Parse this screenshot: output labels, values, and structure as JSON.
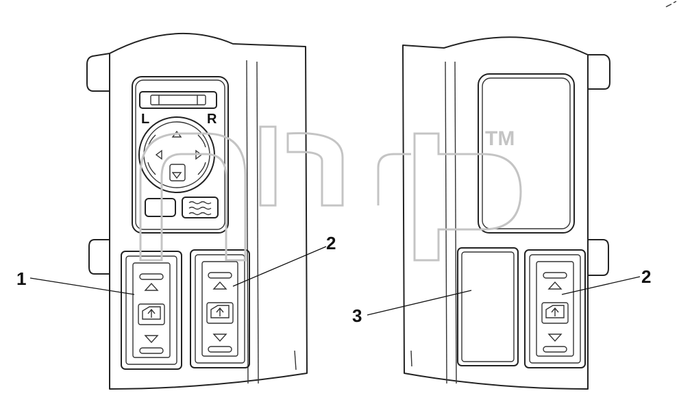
{
  "mirror_switch": {
    "left_letter": "L",
    "right_letter": "R"
  },
  "callouts": [
    {
      "id": "1",
      "text": "1"
    },
    {
      "id": "2a",
      "text": "2"
    },
    {
      "id": "2b",
      "text": "2"
    },
    {
      "id": "3",
      "text": "3"
    }
  ],
  "watermark": {
    "mark": "TM"
  },
  "colors": {
    "line": "#222222",
    "watermark": "#c4c4c4",
    "background": "#ffffff"
  }
}
